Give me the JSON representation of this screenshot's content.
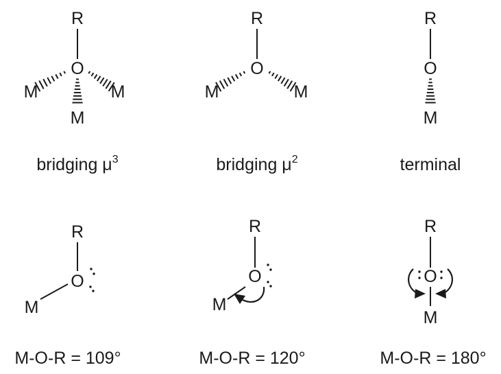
{
  "atoms": {
    "r": "R",
    "o": "O",
    "m": "M"
  },
  "captions": {
    "mu3_text": "bridging μ",
    "mu3_sup": "3",
    "mu2_text": "bridging μ",
    "mu2_sup": "2",
    "terminal": "terminal",
    "angle_109": "M-O-R = 109°",
    "angle_120": "M-O-R = 120°",
    "angle_180": "M-O-R = 180°"
  }
}
